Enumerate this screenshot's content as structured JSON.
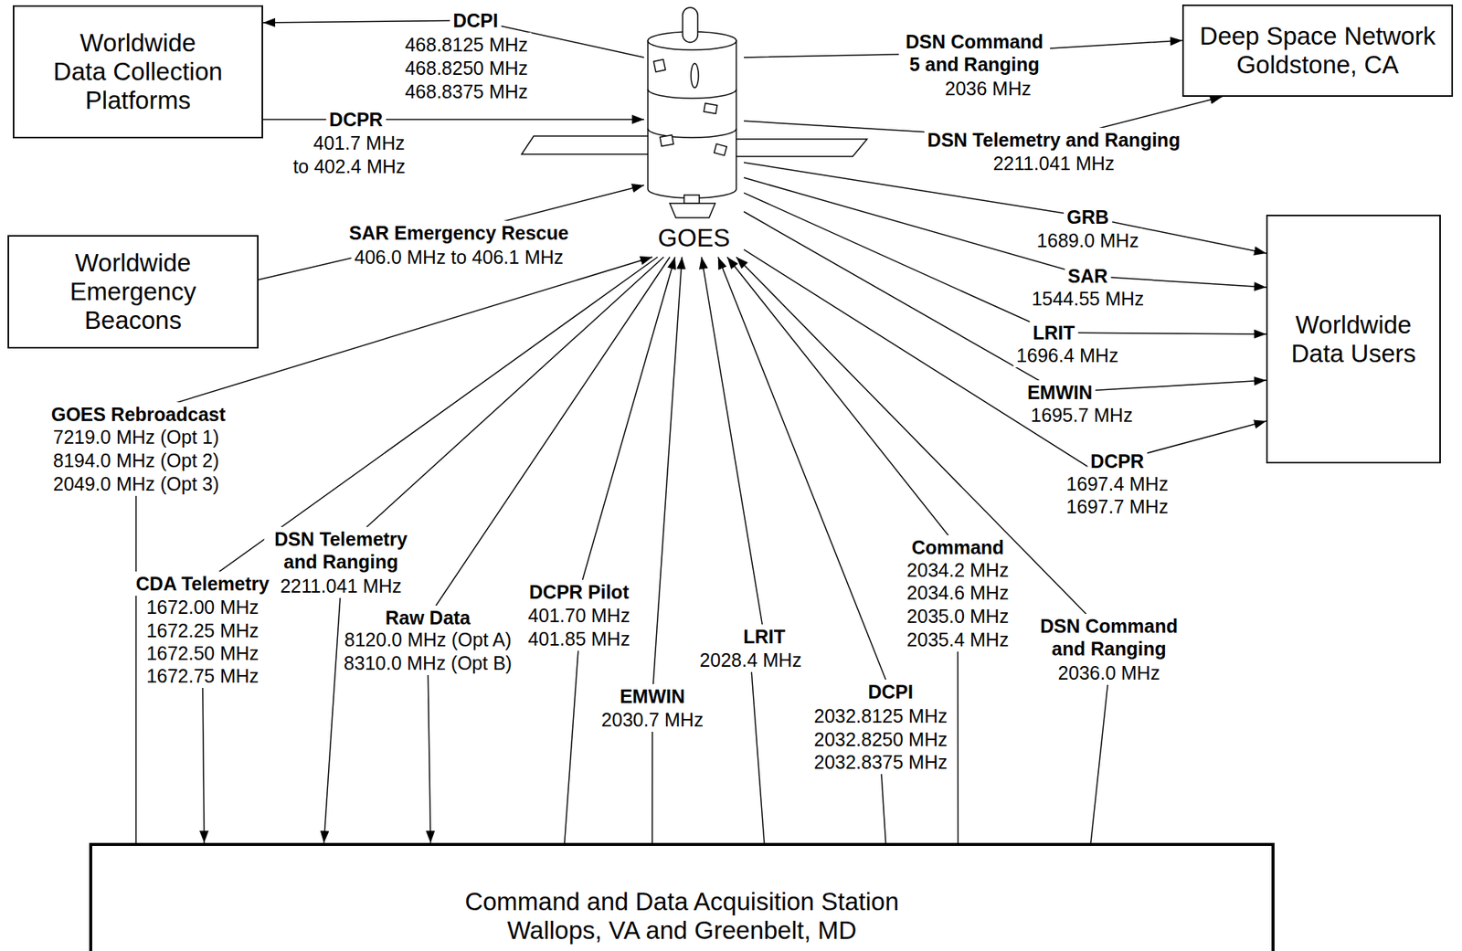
{
  "diagram": {
    "nodes": [
      {
        "text": [
          "Worldwide Data Collection Platforms"
        ]
      },
      {
        "text": [
          "Worldwide Emergency Beacons"
        ]
      },
      {
        "text": [
          "GOES"
        ]
      },
      {
        "text": [
          "Deep Space Network Goldstone, CA"
        ]
      },
      {
        "text": [
          "Worldwide Data Users"
        ]
      },
      {
        "text": [
          "Command and Data Acquisition Station Wallops, VA and Greenbelt, MD"
        ]
      }
    ],
    "edges": [
      {
        "from": 2,
        "to": 0,
        "arrow": "to",
        "label": "DCPI"
      },
      {
        "from": 0,
        "to": 2,
        "arrow": "to",
        "label": "DCPR"
      },
      {
        "from": 1,
        "to": 2,
        "arrow": "to",
        "label": "SAR Emergency Rescue"
      },
      {
        "from": 2,
        "to": 3,
        "arrow": "to",
        "label": "DSN Command 5 and Ranging"
      },
      {
        "from": 2,
        "to": 3,
        "arrow": "to",
        "label": "DSN Telemetry and Ranging"
      },
      {
        "from": 2,
        "to": 4,
        "arrow": "to",
        "label": "GRB"
      },
      {
        "from": 2,
        "to": 4,
        "arrow": "to",
        "label": "SAR"
      },
      {
        "from": 2,
        "to": 4,
        "arrow": "to",
        "label": "LRIT"
      },
      {
        "from": 2,
        "to": 4,
        "arrow": "to",
        "label": "EMWIN"
      },
      {
        "from": 2,
        "to": 4,
        "arrow": "to",
        "label": "DCPR"
      },
      {
        "from": 5,
        "to": 2,
        "arrow": "to",
        "label": "GOES Rebroadcast"
      },
      {
        "from": 2,
        "to": 5,
        "arrow": "to",
        "label": "CDA Telemetry"
      },
      {
        "from": 2,
        "to": 5,
        "arrow": "to",
        "label": "DSN Telemetry and Ranging"
      },
      {
        "from": 2,
        "to": 5,
        "arrow": "to",
        "label": "Raw Data"
      },
      {
        "from": 5,
        "to": 2,
        "arrow": "to",
        "label": "DCPR Pilot"
      },
      {
        "from": 5,
        "to": 2,
        "arrow": "to",
        "label": "EMWIN"
      },
      {
        "from": 5,
        "to": 2,
        "arrow": "to",
        "label": "LRIT"
      },
      {
        "from": 5,
        "to": 2,
        "arrow": "to",
        "label": "DCPI"
      },
      {
        "from": 5,
        "to": 2,
        "arrow": "to",
        "label": "Command"
      },
      {
        "from": 5,
        "to": 2,
        "arrow": "to",
        "label": "DSN Command and Ranging"
      }
    ],
    "labels": [
      "468.8125 MHz",
      "468.8250 MHz",
      "468.8375 MHz",
      "401.7 MHz",
      "to 402.4 MHz",
      "406.0 MHz to 406.1 MHz",
      "2036 MHz",
      "2211.041 MHz",
      "1689.0 MHz",
      "1544.55 MHz",
      "1696.4 MHz",
      "1695.7 MHz",
      "1697.4 MHz",
      "1697.7 MHz",
      "7219.0 MHz (Opt 1)",
      "8194.0 MHz (Opt 2)",
      "2049.0 MHz (Opt 3)",
      "1672.00 MHz",
      "1672.25 MHz",
      "1672.50 MHz",
      "1672.75 MHz",
      "2211.041 MHz",
      "8120.0 MHz (Opt A)",
      "8310.0 MHz (Opt B)",
      "401.70 MHz",
      "401.85 MHz",
      "2030.7 MHz",
      "2028.4 MHz",
      "2032.8125 MHz",
      "2032.8250 MHz",
      "2032.8375 MHz",
      "2034.2 MHz",
      "2034.6 MHz",
      "2035.0 MHz",
      "2035.4 MHz",
      "2036.0 MHz"
    ]
  }
}
